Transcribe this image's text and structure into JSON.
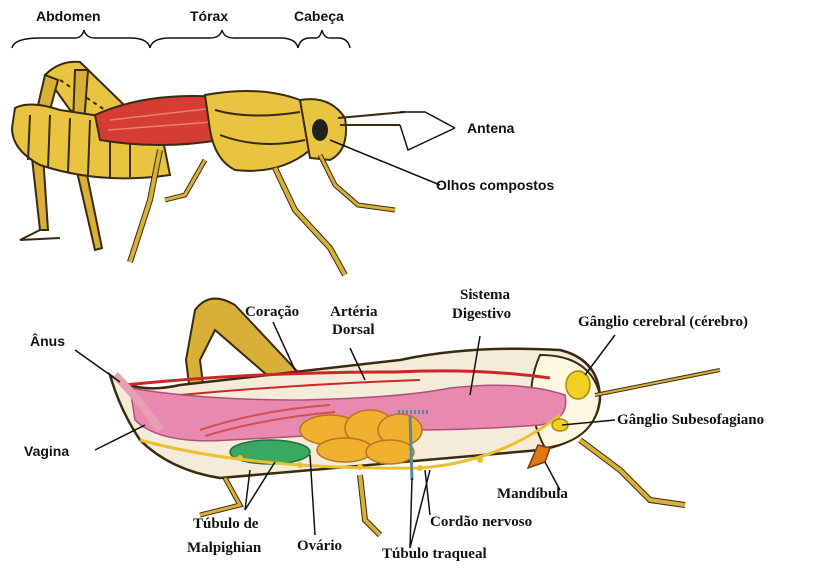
{
  "top_diagram": {
    "regions": {
      "abdomen": "Abdomen",
      "torax": "Tórax",
      "cabeca": "Cabeça"
    },
    "labels": {
      "antena": "Antena",
      "olhos": "Olhos compostos"
    }
  },
  "bottom_diagram": {
    "labels": {
      "anus": "Ânus",
      "vagina": "Vagina",
      "coracao": "Coração",
      "arteria": "Artéria",
      "dorsal": "Dorsal",
      "sistema": "Sistema",
      "digestivo": "Digestivo",
      "ganglio_cerebral": "Gânglio cerebral (cérebro)",
      "ganglio_sub": "Gânglio Subesofagiano",
      "mandibula": "Mandíbula",
      "cordao": "Cordão nervoso",
      "tubulo_de": "Túbulo de",
      "malpighian": "Malpighian",
      "ovario": "Ovário",
      "traqueal": "Túbulo traqueal"
    }
  },
  "colors": {
    "body_yellow": "#e8c440",
    "body_dark": "#3a2a10",
    "wing_red": "#d43c34",
    "gut_pink": "#e88ab0",
    "ovary_orange": "#f0b030",
    "malpighian_green": "#3aa860",
    "nerve_yellow": "#e8c030",
    "heart_red": "#c82828"
  }
}
